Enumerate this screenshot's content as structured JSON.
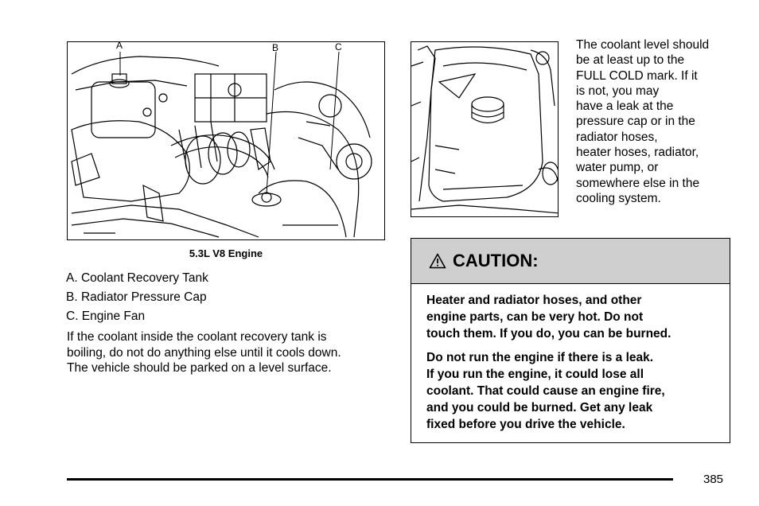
{
  "figure_left": {
    "callouts": {
      "a": "A",
      "b": "B",
      "c": "C"
    },
    "caption": "5.3L V8 Engine"
  },
  "legend": [
    "A.  Coolant Recovery Tank",
    "B.  Radiator Pressure Cap",
    "C.  Engine Fan"
  ],
  "left_paragraph_lines": [
    "If the coolant inside the coolant recovery tank is",
    "boiling, do not do anything else until it cools down.",
    "The vehicle should be parked on a level surface."
  ],
  "coolant_text_lines": [
    "The coolant level should",
    "be at least up to the",
    "FULL COLD mark. If it",
    "is not, you may",
    "have a leak at the",
    "pressure cap or in the",
    "radiator hoses,",
    "heater hoses, radiator,",
    "water pump, or",
    "somewhere else in the",
    "cooling system."
  ],
  "caution": {
    "icon": "warning-triangle-icon",
    "title": "CAUTION:",
    "paragraph1_lines": [
      "Heater and radiator hoses, and other",
      "engine parts, can be very hot. Do not",
      "touch them. If you do, you can be burned."
    ],
    "paragraph2_lines": [
      "Do not run the engine if there is a leak.",
      "If you run the engine, it could lose all",
      "coolant. That could cause an engine fire,",
      "and you could be burned. Get any leak",
      "fixed before you drive the vehicle."
    ]
  },
  "page_number": "385"
}
